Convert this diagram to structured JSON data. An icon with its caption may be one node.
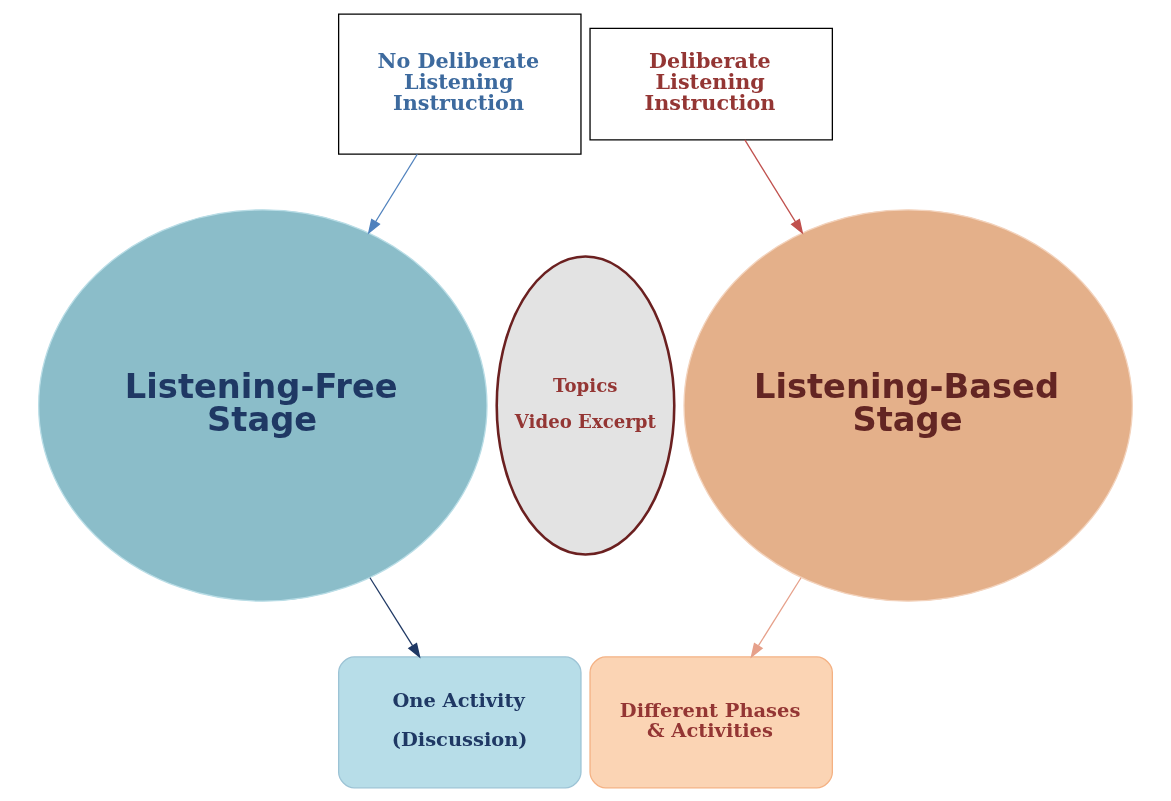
{
  "diagram": {
    "nodes": [
      {
        "text": [
          "No Deliberate Listening Instruction"
        ]
      },
      {
        "text": [
          "Deliberate Listening Instruction"
        ]
      },
      {
        "text": [
          "Listening-Free Stage"
        ]
      },
      {
        "text": [
          "Topics",
          "Video Excerpt"
        ]
      },
      {
        "text": [
          "Listening-Based Stage"
        ]
      },
      {
        "text": [
          "One Activity",
          "(Discussion)"
        ]
      },
      {
        "text": [
          "Different Phases & Activities"
        ]
      }
    ],
    "edges": [
      {
        "from": 0,
        "to": 2,
        "arrow": "to",
        "color": "#4f81bd"
      },
      {
        "from": 1,
        "to": 4,
        "arrow": "to",
        "color": "#c0504d"
      },
      {
        "from": 2,
        "to": 5,
        "arrow": "to",
        "color": "#1f3864"
      },
      {
        "from": 4,
        "to": 6,
        "arrow": "to",
        "color": "#e6a08a"
      }
    ]
  }
}
